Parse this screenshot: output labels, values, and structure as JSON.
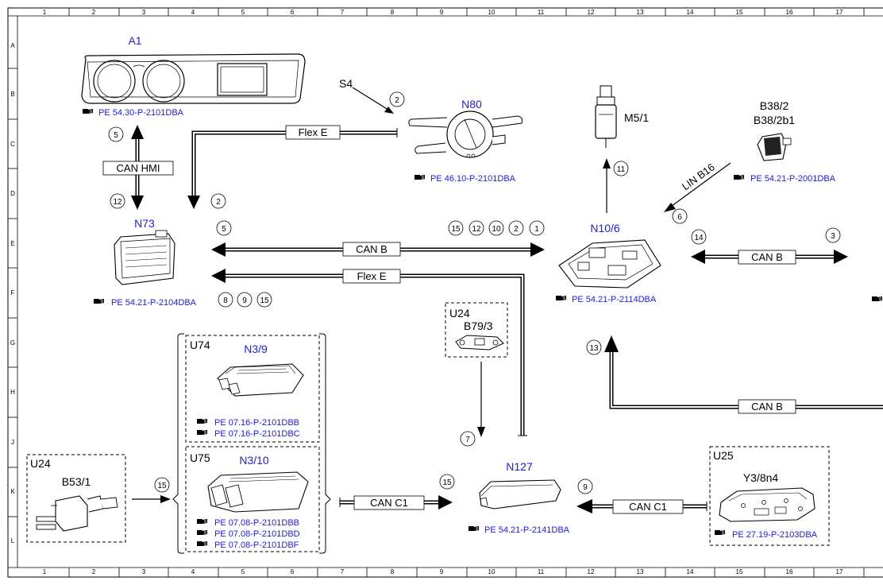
{
  "grid": {
    "columns": [
      "1",
      "2",
      "3",
      "4",
      "5",
      "6",
      "7",
      "8",
      "9",
      "10",
      "11",
      "12",
      "13",
      "14",
      "15",
      "16",
      "17"
    ],
    "rows": [
      "A",
      "B",
      "C",
      "D",
      "E",
      "F",
      "G",
      "H",
      "J",
      "K",
      "L"
    ]
  },
  "components": {
    "a1": {
      "label": "A1",
      "ref": "PE 54.30-P-2101DBA"
    },
    "n73": {
      "label": "N73",
      "ref": "PE 54.21-P-2104DBA"
    },
    "s4": {
      "label": "S4"
    },
    "n80": {
      "label": "N80",
      "ref": "PE 46.10-P-2101DBA"
    },
    "m51": {
      "label": "M5/1"
    },
    "b382": {
      "label1": "B38/2",
      "label2": "B38/2b1",
      "ref": "PE 54.21-P-2001DBA"
    },
    "n106": {
      "label": "N10/6",
      "ref": "PE 54.21-P-2114DBA"
    },
    "u24_top": {
      "group": "U24",
      "label": "B79/3"
    },
    "u74": {
      "group": "U74",
      "label": "N3/9",
      "ref1": "PE 07.16-P-2101DBB",
      "ref2": "PE 07.16-P-2101DBC"
    },
    "u75": {
      "group": "U75",
      "label": "N3/10",
      "ref1": "PE 07.08-P-2101DBB",
      "ref2": "PE 07.08-P-2101DBD",
      "ref3": "PE 07.08-P-2101DBF"
    },
    "u24_bot": {
      "group": "U24",
      "label": "B53/1"
    },
    "n127": {
      "label": "N127",
      "ref": "PE 54.21-P-2141DBA"
    },
    "u25": {
      "group": "U25",
      "label": "Y3/8n4",
      "ref": "PE 27.19-P-2103DBA"
    }
  },
  "buses": {
    "flex_e_top": "Flex E",
    "can_hmi": "CAN HMI",
    "can_b_main": "CAN B",
    "flex_e_main": "Flex E",
    "can_b_right": "CAN B",
    "can_b_lower": "CAN B",
    "lin_b16": "LIN B16",
    "can_c1_left": "CAN C1",
    "can_c1_right": "CAN C1"
  },
  "circles": {
    "c_s4": "2",
    "c_a1": "5",
    "c_hmi": "12",
    "c_flex": "2",
    "c_e5": "5",
    "c_e15": "15",
    "c_e12": "12",
    "c_e10": "10",
    "c_e2": "2",
    "c_e1": "1",
    "c_f8": "8",
    "c_f9": "9",
    "c_f15": "15",
    "c_m51": "11",
    "c_lin": "6",
    "c_r14": "14",
    "c_r3": "3",
    "c_13": "13",
    "c_7": "7",
    "c_15a": "15",
    "c_15b": "15",
    "c_9": "9"
  }
}
